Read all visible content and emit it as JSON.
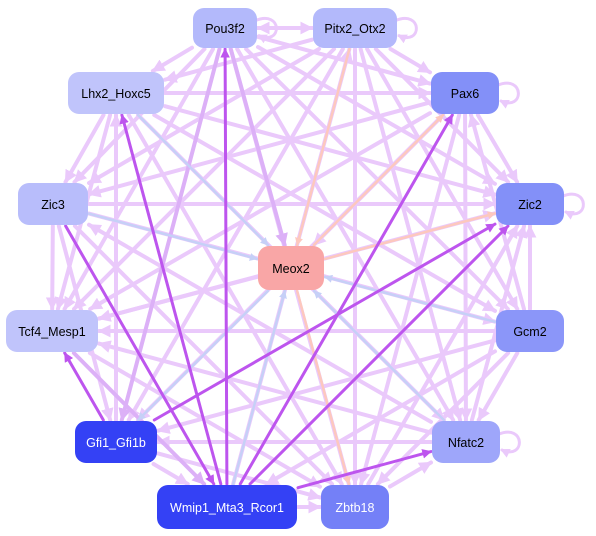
{
  "colors": {
    "edge_light": "#eac9fb",
    "edge_mid": "#dcb0f7",
    "edge_strong": "#bd55ee",
    "edge_salmon": "#fdc8be",
    "edge_blue": "#c6d0f7",
    "node_center": "#f9a6a6"
  },
  "nodes": [
    {
      "id": "meox2",
      "label": "Meox2",
      "fill": "#f9a6a6",
      "text": "#000000"
    },
    {
      "id": "pou3f2",
      "label": "Pou3f2",
      "fill": "#b3b9fb",
      "text": "#000000"
    },
    {
      "id": "pitx2_otx2",
      "label": "Pitx2_Otx2",
      "fill": "#b3b9fb",
      "text": "#000000"
    },
    {
      "id": "pax6",
      "label": "Pax6",
      "fill": "#8390f8",
      "text": "#000000"
    },
    {
      "id": "lhx2_hoxc5",
      "label": "Lhx2_Hoxc5",
      "fill": "#c0c4fb",
      "text": "#000000"
    },
    {
      "id": "zic3",
      "label": "Zic3",
      "fill": "#b8bdfb",
      "text": "#000000"
    },
    {
      "id": "zic2",
      "label": "Zic2",
      "fill": "#8390f8",
      "text": "#000000"
    },
    {
      "id": "tcf4_mesp1",
      "label": "Tcf4_Mesp1",
      "fill": "#c0c4fb",
      "text": "#000000"
    },
    {
      "id": "gcm2",
      "label": "Gcm2",
      "fill": "#8b96f9",
      "text": "#000000"
    },
    {
      "id": "gfi1_gfi1b",
      "label": "Gfi1_Gfi1b",
      "fill": "#3441f5",
      "text": "#ffffff"
    },
    {
      "id": "nfatc2",
      "label": "Nfatc2",
      "fill": "#9ea6fa",
      "text": "#000000"
    },
    {
      "id": "wmip1_mta3_rcor1",
      "label": "Wmip1_Mta3_Rcor1",
      "fill": "#3441f5",
      "text": "#ffffff"
    },
    {
      "id": "zbtb18",
      "label": "Zbtb18",
      "fill": "#7480f7",
      "text": "#ffffff"
    }
  ],
  "edges": [
    {
      "from": "pou3f2",
      "to": "meox2",
      "kind": "mid"
    },
    {
      "from": "pitx2_otx2",
      "to": "meox2",
      "kind": "salmon"
    },
    {
      "from": "pax6",
      "to": "meox2",
      "kind": "light"
    },
    {
      "from": "meox2",
      "to": "pax6",
      "kind": "salmon"
    },
    {
      "from": "lhx2_hoxc5",
      "to": "meox2",
      "kind": "blue"
    },
    {
      "from": "zic3",
      "to": "meox2",
      "kind": "blue"
    },
    {
      "from": "meox2",
      "to": "zic2",
      "kind": "salmon"
    },
    {
      "from": "meox2",
      "to": "tcf4_mesp1",
      "kind": "light"
    },
    {
      "from": "gcm2",
      "to": "meox2",
      "kind": "blue"
    },
    {
      "from": "meox2",
      "to": "gfi1_gfi1b",
      "kind": "blue"
    },
    {
      "from": "nfatc2",
      "to": "meox2",
      "kind": "blue"
    },
    {
      "from": "wmip1_mta3_rcor1",
      "to": "meox2",
      "kind": "blue"
    },
    {
      "from": "meox2",
      "to": "zbtb18",
      "kind": "salmon"
    },
    {
      "from": "pou3f2",
      "to": "pitx2_otx2",
      "kind": "light"
    },
    {
      "from": "pitx2_otx2",
      "to": "pou3f2",
      "kind": "light"
    },
    {
      "from": "pou3f2",
      "to": "pax6",
      "kind": "light"
    },
    {
      "from": "pou3f2",
      "to": "lhx2_hoxc5",
      "kind": "light"
    },
    {
      "from": "pou3f2",
      "to": "zic3",
      "kind": "light"
    },
    {
      "from": "pou3f2",
      "to": "zic2",
      "kind": "light"
    },
    {
      "from": "pou3f2",
      "to": "tcf4_mesp1",
      "kind": "light"
    },
    {
      "from": "pou3f2",
      "to": "gcm2",
      "kind": "light"
    },
    {
      "from": "pou3f2",
      "to": "gfi1_gfi1b",
      "kind": "mid"
    },
    {
      "from": "pou3f2",
      "to": "nfatc2",
      "kind": "light"
    },
    {
      "from": "wmip1_mta3_rcor1",
      "to": "pou3f2",
      "kind": "strong"
    },
    {
      "from": "pou3f2",
      "to": "zbtb18",
      "kind": "light"
    },
    {
      "from": "pitx2_otx2",
      "to": "pax6",
      "kind": "light"
    },
    {
      "from": "pitx2_otx2",
      "to": "lhx2_hoxc5",
      "kind": "light"
    },
    {
      "from": "pitx2_otx2",
      "to": "zic3",
      "kind": "light"
    },
    {
      "from": "pitx2_otx2",
      "to": "zic2",
      "kind": "light"
    },
    {
      "from": "pitx2_otx2",
      "to": "tcf4_mesp1",
      "kind": "light"
    },
    {
      "from": "pitx2_otx2",
      "to": "gcm2",
      "kind": "light"
    },
    {
      "from": "pitx2_otx2",
      "to": "gfi1_gfi1b",
      "kind": "light"
    },
    {
      "from": "pitx2_otx2",
      "to": "nfatc2",
      "kind": "light"
    },
    {
      "from": "wmip1_mta3_rcor1",
      "to": "pitx2_otx2",
      "kind": "light"
    },
    {
      "from": "pitx2_otx2",
      "to": "zbtb18",
      "kind": "light"
    },
    {
      "from": "lhx2_hoxc5",
      "to": "pax6",
      "kind": "light"
    },
    {
      "from": "pax6",
      "to": "zic3",
      "kind": "light"
    },
    {
      "from": "pax6",
      "to": "zic2",
      "kind": "light"
    },
    {
      "from": "pax6",
      "to": "tcf4_mesp1",
      "kind": "light"
    },
    {
      "from": "gcm2",
      "to": "pax6",
      "kind": "light"
    },
    {
      "from": "pax6",
      "to": "gfi1_gfi1b",
      "kind": "light"
    },
    {
      "from": "pax6",
      "to": "nfatc2",
      "kind": "light"
    },
    {
      "from": "wmip1_mta3_rcor1",
      "to": "pax6",
      "kind": "strong"
    },
    {
      "from": "pax6",
      "to": "zbtb18",
      "kind": "light"
    },
    {
      "from": "lhx2_hoxc5",
      "to": "zic3",
      "kind": "light"
    },
    {
      "from": "lhx2_hoxc5",
      "to": "zic2",
      "kind": "light"
    },
    {
      "from": "lhx2_hoxc5",
      "to": "tcf4_mesp1",
      "kind": "light"
    },
    {
      "from": "lhx2_hoxc5",
      "to": "gcm2",
      "kind": "light"
    },
    {
      "from": "gfi1_gfi1b",
      "to": "lhx2_hoxc5",
      "kind": "light"
    },
    {
      "from": "lhx2_hoxc5",
      "to": "nfatc2",
      "kind": "light"
    },
    {
      "from": "wmip1_mta3_rcor1",
      "to": "lhx2_hoxc5",
      "kind": "strong"
    },
    {
      "from": "lhx2_hoxc5",
      "to": "zbtb18",
      "kind": "light"
    },
    {
      "from": "zic3",
      "to": "zic2",
      "kind": "light"
    },
    {
      "from": "zic3",
      "to": "tcf4_mesp1",
      "kind": "light"
    },
    {
      "from": "zic3",
      "to": "gcm2",
      "kind": "light"
    },
    {
      "from": "zic3",
      "to": "gfi1_gfi1b",
      "kind": "light"
    },
    {
      "from": "nfatc2",
      "to": "zic3",
      "kind": "light"
    },
    {
      "from": "zic3",
      "to": "wmip1_mta3_rcor1",
      "kind": "strong"
    },
    {
      "from": "zic3",
      "to": "zbtb18",
      "kind": "light"
    },
    {
      "from": "tcf4_mesp1",
      "to": "zic2",
      "kind": "light"
    },
    {
      "from": "gcm2",
      "to": "zic2",
      "kind": "light"
    },
    {
      "from": "gfi1_gfi1b",
      "to": "zic2",
      "kind": "strong"
    },
    {
      "from": "nfatc2",
      "to": "zic2",
      "kind": "light"
    },
    {
      "from": "wmip1_mta3_rcor1",
      "to": "zic2",
      "kind": "strong"
    },
    {
      "from": "zbtb18",
      "to": "zic2",
      "kind": "light"
    },
    {
      "from": "gcm2",
      "to": "tcf4_mesp1",
      "kind": "light"
    },
    {
      "from": "gfi1_gfi1b",
      "to": "tcf4_mesp1",
      "kind": "strong"
    },
    {
      "from": "nfatc2",
      "to": "tcf4_mesp1",
      "kind": "light"
    },
    {
      "from": "tcf4_mesp1",
      "to": "wmip1_mta3_rcor1",
      "kind": "mid"
    },
    {
      "from": "tcf4_mesp1",
      "to": "zbtb18",
      "kind": "light"
    },
    {
      "from": "gcm2",
      "to": "gfi1_gfi1b",
      "kind": "light"
    },
    {
      "from": "gcm2",
      "to": "nfatc2",
      "kind": "light"
    },
    {
      "from": "gcm2",
      "to": "wmip1_mta3_rcor1",
      "kind": "light"
    },
    {
      "from": "gcm2",
      "to": "zbtb18",
      "kind": "light"
    },
    {
      "from": "nfatc2",
      "to": "gfi1_gfi1b",
      "kind": "light"
    },
    {
      "from": "gfi1_gfi1b",
      "to": "wmip1_mta3_rcor1",
      "kind": "light"
    },
    {
      "from": "gfi1_gfi1b",
      "to": "zbtb18",
      "kind": "light"
    },
    {
      "from": "wmip1_mta3_rcor1",
      "to": "nfatc2",
      "kind": "strong"
    },
    {
      "from": "zbtb18",
      "to": "nfatc2",
      "kind": "light"
    },
    {
      "from": "wmip1_mta3_rcor1",
      "to": "zbtb18",
      "kind": "light"
    }
  ],
  "self_loops": [
    "pou3f2",
    "pitx2_otx2",
    "pax6",
    "zic2",
    "nfatc2"
  ]
}
